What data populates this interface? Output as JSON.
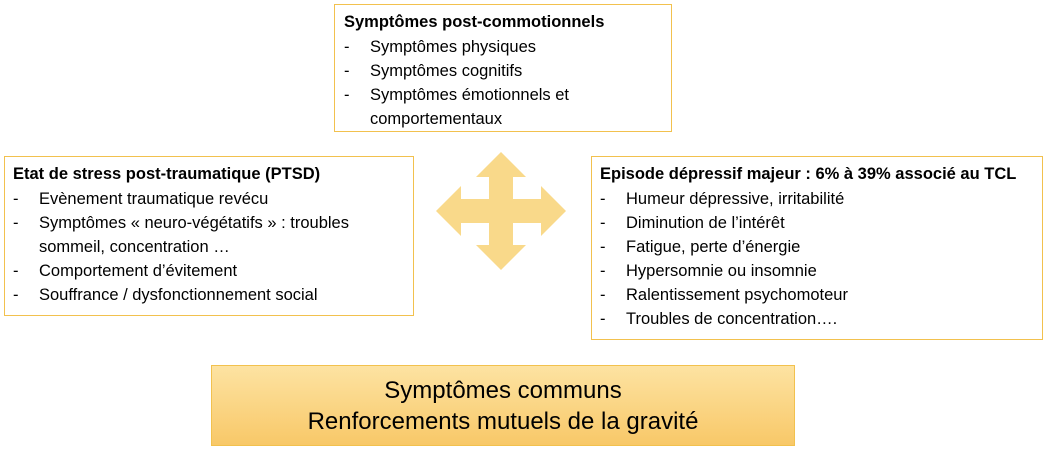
{
  "top_box": {
    "title": "Symptômes post-commotionnels",
    "items": [
      "Symptômes physiques",
      "Symptômes cognitifs",
      "Symptômes émotionnels et comportementaux"
    ]
  },
  "left_box": {
    "title": "Etat de stress post-traumatique (PTSD)",
    "items": [
      "Evènement traumatique revécu",
      "Symptômes « neuro-végétatifs » : troubles sommeil, concentration …",
      "Comportement d’évitement",
      "Souffrance / dysfonctionnement social"
    ]
  },
  "right_box": {
    "title": "Episode dépressif majeur : 6% à 39% associé au TCL",
    "items": [
      "Humeur dépressive, irritabilité",
      "Diminution de l’intérêt",
      "Fatigue, perte d’énergie",
      "Hypersomnie ou insomnie",
      "Ralentissement psychomoteur",
      "Troubles de concentration…."
    ]
  },
  "bottom_box": {
    "line1": "Symptômes communs",
    "line2": "Renforcements mutuels de la gravité"
  },
  "bullet": "-",
  "colors": {
    "border": "#f2c14e",
    "arrow": "#f9d98a",
    "bottom_fill_top": "#fde3a2",
    "bottom_fill_bottom": "#f8c868"
  },
  "icons": {
    "center": "four-way-arrow-icon"
  }
}
